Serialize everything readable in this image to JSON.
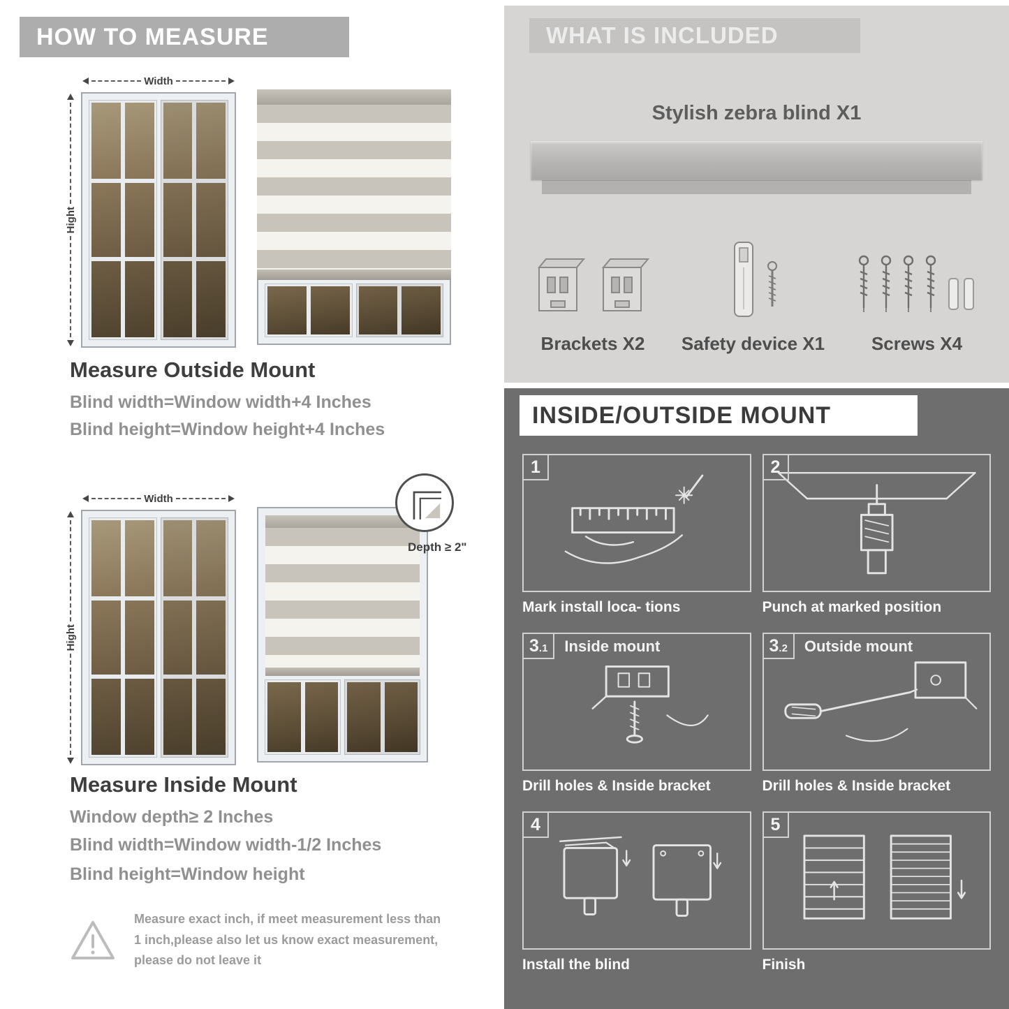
{
  "colors": {
    "banner_gray": "#adadad",
    "panel_light": "#d6d5d3",
    "panel_dark": "#6e6e6e"
  },
  "left": {
    "banner": "HOW TO MEASURE",
    "outside": {
      "width_label": "Width",
      "height_label": "Hight",
      "title": "Measure Outside Mount",
      "line1": "Blind width=Window width+4 Inches",
      "line2": "Blind height=Window height+4 Inches"
    },
    "inside": {
      "width_label": "Width",
      "height_label": "Hight",
      "depth_label": "Depth ≥ 2\"",
      "title": "Measure Inside Mount",
      "line1": "Window depth≥ 2 Inches",
      "line2": "Blind width=Window width-1/2 Inches",
      "line3": "Blind height=Window height"
    },
    "warning": "Measure exact inch, if meet measurement less than 1 inch,please also let us know exact measurement, please do not leave it"
  },
  "included": {
    "banner": "WHAT IS INCLUDED",
    "product": "Stylish zebra blind X1",
    "items": [
      {
        "label": "Brackets X2",
        "icon": "brackets-icon"
      },
      {
        "label": "Safety device X1",
        "icon": "safety-device-icon"
      },
      {
        "label": "Screws X4",
        "icon": "screws-icon"
      }
    ]
  },
  "mount": {
    "banner": "INSIDE/OUTSIDE MOUNT",
    "steps": [
      {
        "num": "1",
        "sub": "",
        "label": "",
        "caption": "Mark install loca- tions"
      },
      {
        "num": "2",
        "sub": "",
        "label": "",
        "caption": "Punch at  marked position"
      },
      {
        "num": "3",
        "sub": ".1",
        "label": "Inside mount",
        "caption": "Drill holes &  Inside bracket"
      },
      {
        "num": "3",
        "sub": ".2",
        "label": "Outside mount",
        "caption": "Drill holes &  Inside bracket"
      },
      {
        "num": "4",
        "sub": "",
        "label": "",
        "caption": "Install the blind"
      },
      {
        "num": "5",
        "sub": "",
        "label": "",
        "caption": "Finish"
      }
    ]
  }
}
